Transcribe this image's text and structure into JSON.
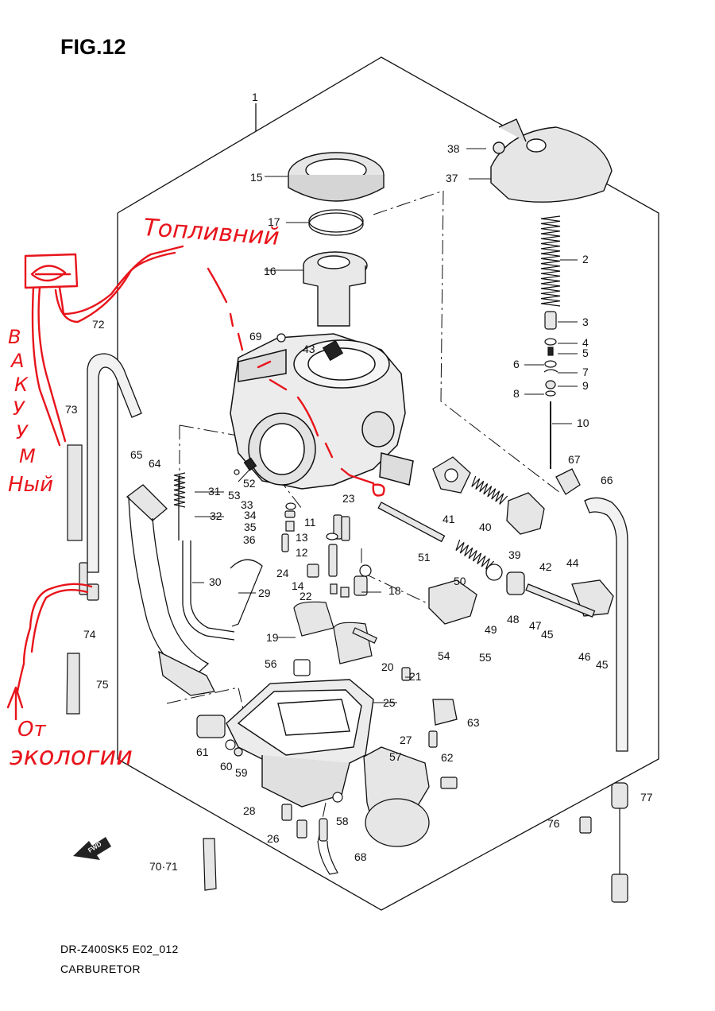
{
  "header": {
    "title": "FIG.12"
  },
  "footer": {
    "model_code": "DR-Z400SK5 E02_012",
    "section_name": "CARBURETOR"
  },
  "fwd_label": "FWD",
  "colors": {
    "line": "#111111",
    "annotation": "#e8141b",
    "part_fill": "#e6e6e6"
  },
  "annotations": {
    "fuel": "Топливний",
    "vacuum_letters": [
      "В",
      "А",
      "К",
      "У",
      "У",
      "М"
    ],
    "vacuum_suffix": "Ный",
    "from_word": "От",
    "ecology_word": "экологии"
  },
  "part_callouts": [
    "1",
    "2",
    "3",
    "4",
    "5",
    "6",
    "7",
    "8",
    "9",
    "10",
    "11",
    "12",
    "13",
    "14",
    "15",
    "16",
    "17",
    "18",
    "19",
    "20",
    "21",
    "22",
    "23",
    "24",
    "25",
    "26",
    "27",
    "28",
    "29",
    "30",
    "31",
    "32",
    "33",
    "34",
    "35",
    "36",
    "37",
    "38",
    "39",
    "40",
    "41",
    "42",
    "43",
    "44",
    "45",
    "45",
    "46",
    "47",
    "48",
    "49",
    "50",
    "51",
    "52",
    "53",
    "54",
    "55",
    "56",
    "57",
    "58",
    "59",
    "60",
    "61",
    "62",
    "63",
    "64",
    "65",
    "66",
    "67",
    "68",
    "69",
    "70·71",
    "72",
    "73",
    "74",
    "75",
    "76",
    "77"
  ]
}
